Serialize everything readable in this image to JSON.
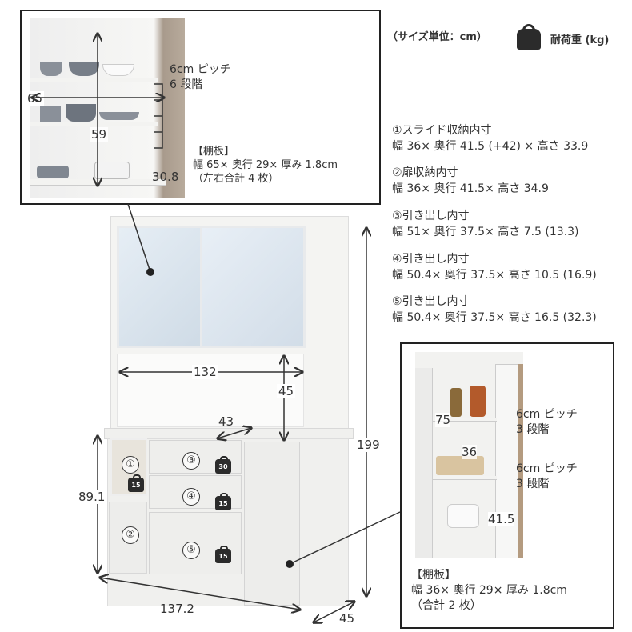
{
  "header": {
    "unit_note": "（サイズ単位：cm）",
    "weight_icon": "weight-icon",
    "weight_legend": "耐荷重 (kg)"
  },
  "upper_inset": {
    "pitch_line1": "6cm ピッチ",
    "pitch_line2": "6 段階",
    "width": "65",
    "height": "59",
    "depth": "30.8",
    "shelf_title": "【棚板】",
    "shelf_spec": "幅 65× 奥行 29× 厚み 1.8cm",
    "shelf_count": "（左右合計 4 枚）"
  },
  "specs": [
    {
      "title": "①スライド収納内寸",
      "value": "幅 36× 奥行 41.5 (+42) × 高さ 33.9"
    },
    {
      "title": "②扉収納内寸",
      "value": "幅 36× 奥行 41.5× 高さ 34.9"
    },
    {
      "title": "③引き出し内寸",
      "value": "幅 51× 奥行 37.5× 高さ 7.5 (13.3)"
    },
    {
      "title": "④引き出し内寸",
      "value": "幅 50.4× 奥行 37.5× 高さ 10.5 (16.9)"
    },
    {
      "title": "⑤引き出し内寸",
      "value": "幅 50.4× 奥行 37.5× 高さ 16.5 (32.3)"
    }
  ],
  "cabinet": {
    "open_width": "132",
    "open_height": "45",
    "counter_depth": "43",
    "total_height": "199",
    "lower_height": "89.1",
    "total_width": "137.2",
    "total_depth": "45",
    "compartments": [
      {
        "label": "①",
        "load": "15"
      },
      {
        "label": "②"
      },
      {
        "label": "③",
        "load": "30"
      },
      {
        "label": "④",
        "load": "15"
      },
      {
        "label": "⑤",
        "load": "15"
      }
    ]
  },
  "lower_inset": {
    "height": "75",
    "width": "36",
    "depth": "41.5",
    "pitch1_line1": "6cm ピッチ",
    "pitch1_line2": "3 段階",
    "pitch2_line1": "6cm ピッチ",
    "pitch2_line2": "3 段階",
    "shelf_title": "【棚板】",
    "shelf_spec": "幅 36× 奥行 29× 厚み 1.8cm",
    "shelf_count": "（合計 2 枚）"
  }
}
